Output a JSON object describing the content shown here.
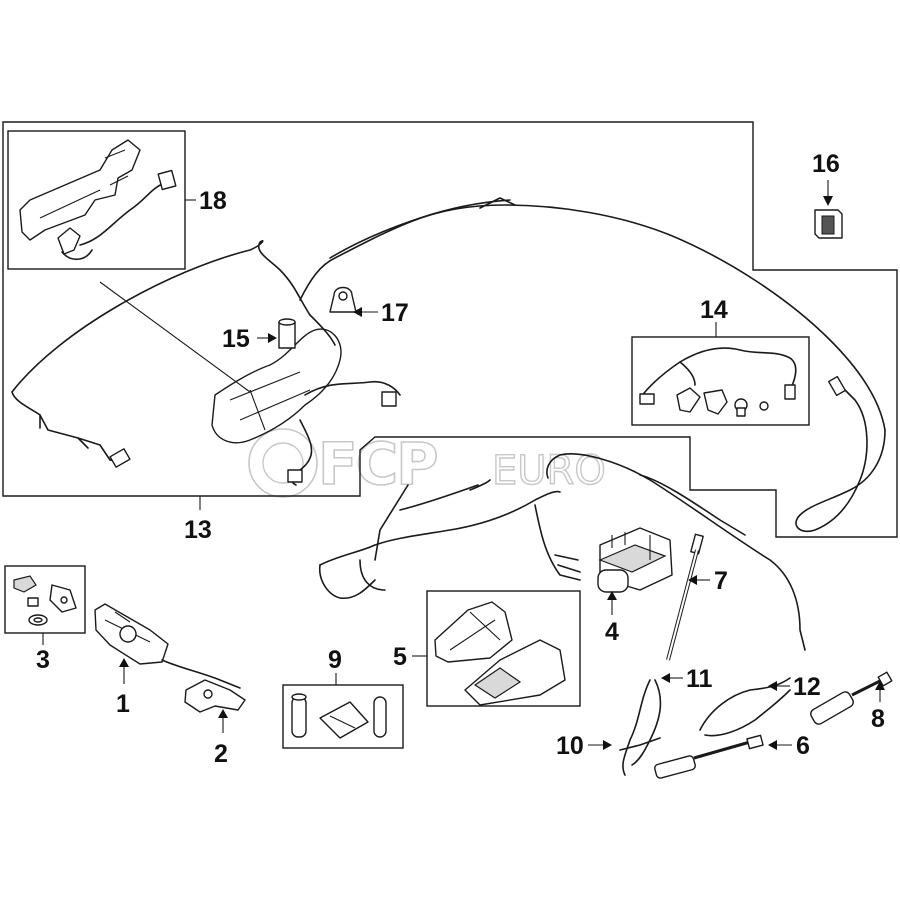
{
  "watermark": {
    "brand": "FCP",
    "suffix": "EURO"
  },
  "callouts": [
    {
      "id": "1",
      "label": "1"
    },
    {
      "id": "2",
      "label": "2"
    },
    {
      "id": "3",
      "label": "3"
    },
    {
      "id": "4",
      "label": "4"
    },
    {
      "id": "5",
      "label": "5"
    },
    {
      "id": "6",
      "label": "6"
    },
    {
      "id": "7",
      "label": "7"
    },
    {
      "id": "8",
      "label": "8"
    },
    {
      "id": "9",
      "label": "9"
    },
    {
      "id": "10",
      "label": "10"
    },
    {
      "id": "11",
      "label": "11"
    },
    {
      "id": "12",
      "label": "12"
    },
    {
      "id": "13",
      "label": "13"
    },
    {
      "id": "14",
      "label": "14"
    },
    {
      "id": "15",
      "label": "15"
    },
    {
      "id": "16",
      "label": "16"
    },
    {
      "id": "17",
      "label": "17"
    },
    {
      "id": "18",
      "label": "18"
    }
  ]
}
